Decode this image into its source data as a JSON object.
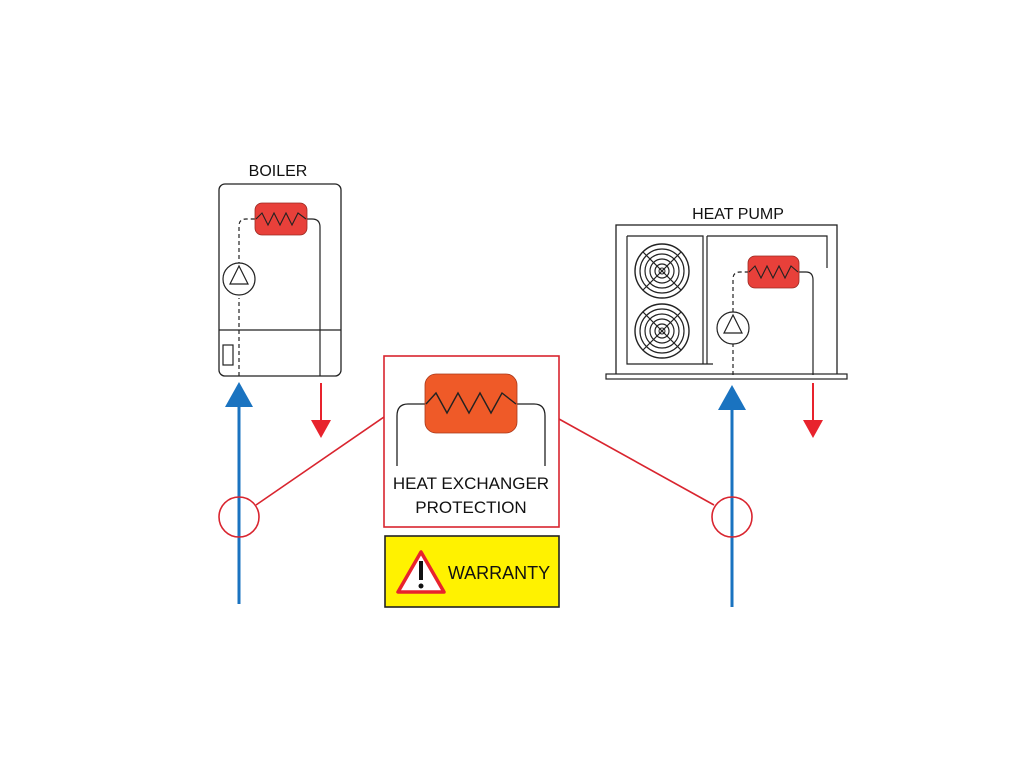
{
  "labels": {
    "boiler": "BOILER",
    "heat_pump": "HEAT PUMP",
    "exchanger_line1": "HEAT EXCHANGER",
    "exchanger_line2": "PROTECTION",
    "warranty": "WARRANTY"
  },
  "icons": {
    "boiler_pump": "pump-triangle-icon",
    "heat_pump_pump": "pump-triangle-icon",
    "fan": "fan-grille-icon",
    "warning": "warning-triangle-icon"
  },
  "colors": {
    "flow_return": "#1a73c0",
    "flow_supply": "#e8232d",
    "coil_small": "#e8403a",
    "coil_large": "#ef5a28",
    "callout": "#d9252f",
    "warranty_bg": "#fff200",
    "outline": "#222222"
  }
}
